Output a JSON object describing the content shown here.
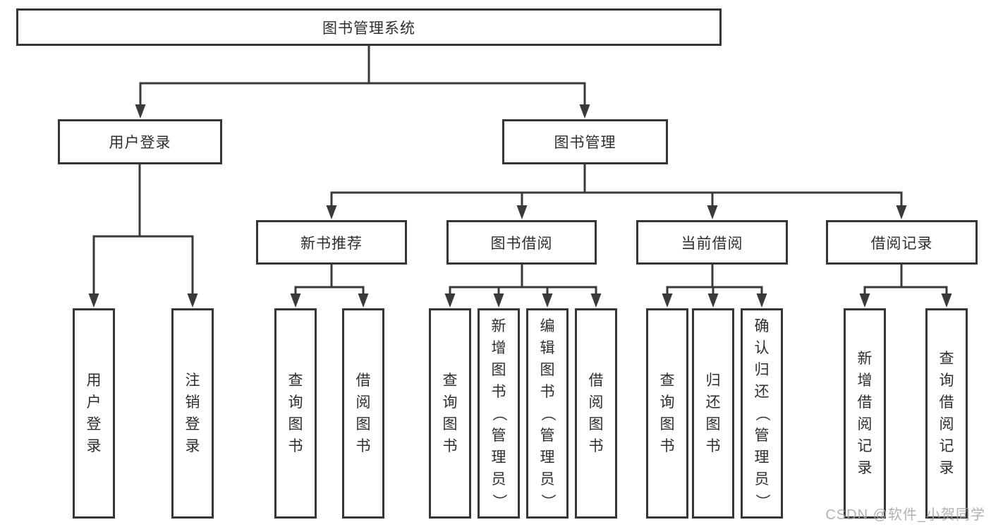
{
  "diagram": {
    "root": {
      "label": "图书管理系统"
    },
    "branches": [
      {
        "label": "用户登录",
        "leaves": [
          "用户登录",
          "注销登录"
        ]
      },
      {
        "label": "图书管理",
        "groups": [
          {
            "label": "新书推荐",
            "leaves": [
              "查询图书",
              "借阅图书"
            ]
          },
          {
            "label": "图书借阅",
            "leaves": [
              "查询图书",
              "新增图书（管理员）",
              "编辑图书（管理员）",
              "借阅图书"
            ]
          },
          {
            "label": "当前借阅",
            "leaves": [
              "查询图书",
              "归还图书",
              "确认归还（管理员）"
            ]
          },
          {
            "label": "借阅记录",
            "leaves": [
              "新增借阅记录",
              "查询借阅记录"
            ]
          }
        ]
      }
    ],
    "watermark": "CSDN @软件_小贺同学",
    "colors": {
      "line": "#3a3a3a",
      "box_border": "#363636",
      "text": "#2e2e2e",
      "watermark": "#a8a8a8",
      "background": "#ffffff"
    }
  }
}
